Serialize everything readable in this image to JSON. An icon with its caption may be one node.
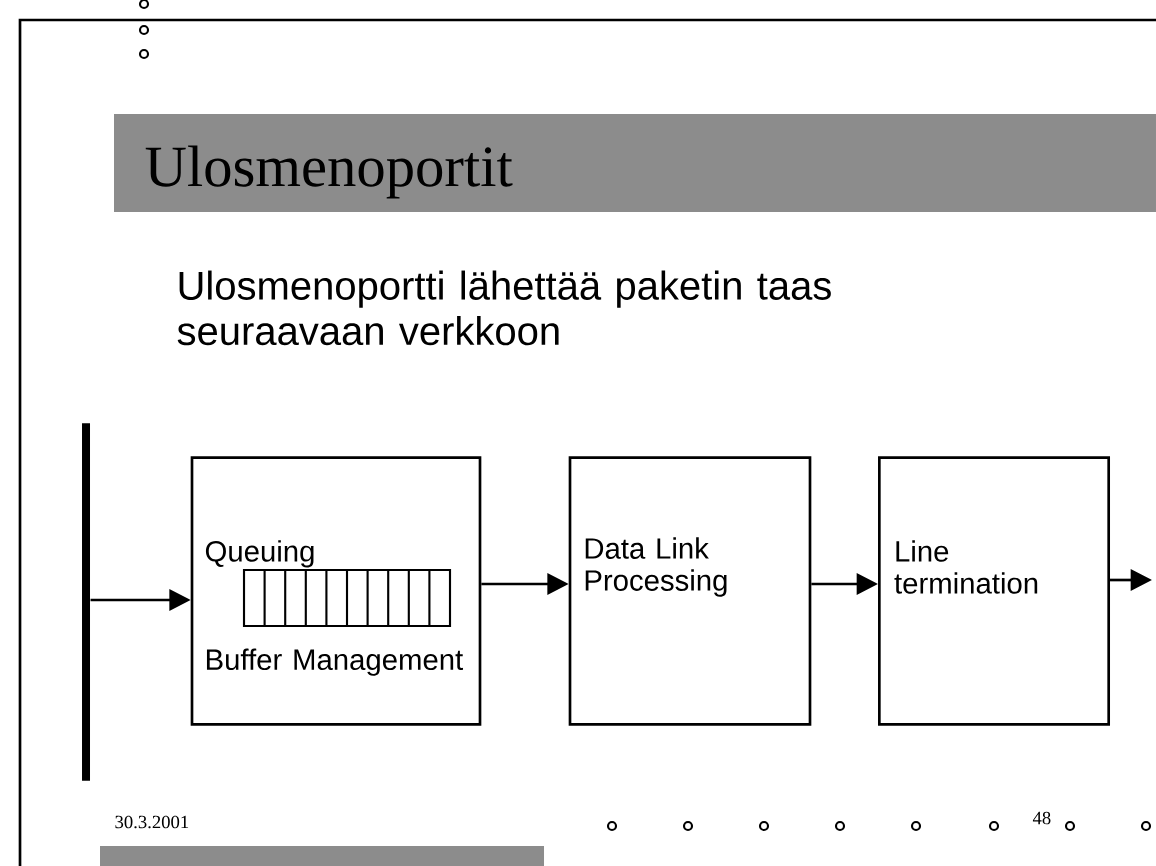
{
  "diagram": {
    "title": "Ulosmenoportit",
    "nodes": [
      {
        "text": [],
        "shape": "bar"
      },
      {
        "text": [
          "Queuing",
          "Buffer Management"
        ]
      },
      {
        "text": [
          "Data Link Processing"
        ]
      },
      {
        "text": [
          "Line termination"
        ]
      }
    ],
    "edges": [
      {
        "from": 0,
        "to": 1,
        "arrow": "to"
      },
      {
        "from": 1,
        "to": 2,
        "arrow": "to"
      },
      {
        "from": 2,
        "to": 3,
        "arrow": "to"
      },
      {
        "from": 3,
        "to": null,
        "arrow": "to"
      }
    ],
    "labels": [
      "Ulosmenoportti lähettää paketin taas seuraavaan verkkoon",
      "30.3.2001",
      "48"
    ]
  }
}
